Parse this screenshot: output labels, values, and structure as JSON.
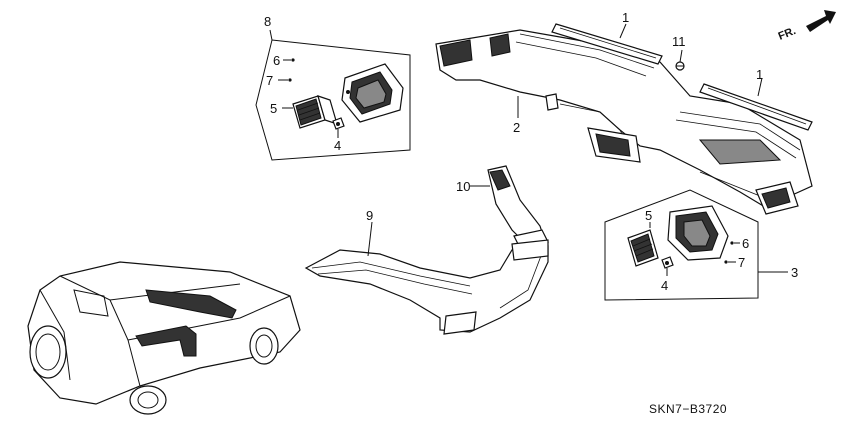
{
  "diagram": {
    "code": "SKN7−B3720",
    "direction_marker": "FR.",
    "callouts": {
      "c1a": "1",
      "c1b": "1",
      "c2": "2",
      "c3": "3",
      "c4a": "4",
      "c4b": "4",
      "c5a": "5",
      "c5b": "5",
      "c6a": "6",
      "c6b": "6",
      "c7a": "7",
      "c7b": "7",
      "c8": "8",
      "c9": "9",
      "c10": "10",
      "c11": "11"
    }
  }
}
